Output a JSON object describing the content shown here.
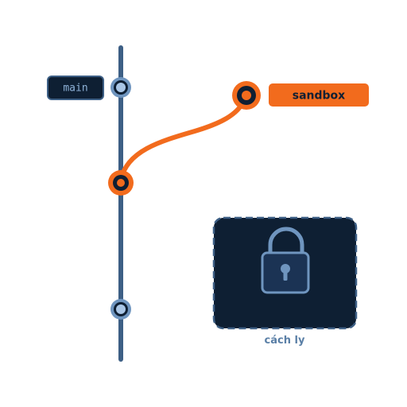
{
  "branches": {
    "main": {
      "label": "main"
    },
    "sandbox": {
      "label": "sandbox"
    }
  },
  "isolation": {
    "label": "cách ly",
    "icon": "lock-icon"
  },
  "colors": {
    "main_line": "#3d5f85",
    "node_ring": "#6f95bf",
    "node_core": "#a9c6e6",
    "branch_orange": "#f26b1d",
    "dark_navy": "#0e1f33",
    "lock_stroke": "#6f95bf"
  }
}
